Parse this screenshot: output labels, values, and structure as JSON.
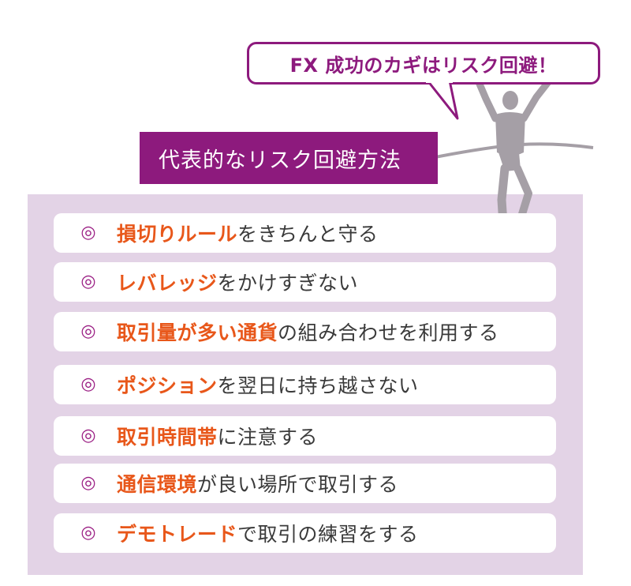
{
  "bubble": {
    "text": "FX 成功のカギはリスク回避！"
  },
  "header": {
    "title": "代表的なリスク回避方法"
  },
  "colors": {
    "accent": "#8d1a7d",
    "highlight": "#e8571a",
    "panel": "#e3d3e6",
    "runner": "#a59fa6"
  },
  "list": {
    "items": [
      {
        "mark": "◎",
        "highlight": "損切りルール",
        "rest": "をきちんと守る"
      },
      {
        "mark": "◎",
        "highlight": "レバレッジ",
        "rest": "をかけすぎない"
      },
      {
        "mark": "◎",
        "highlight": "取引量が多い通貨",
        "rest": "の組み合わせを利用する"
      },
      {
        "mark": "◎",
        "highlight": "ポジション",
        "rest": "を翌日に持ち越さない"
      },
      {
        "mark": "◎",
        "highlight": "取引時間帯",
        "rest": "に注意する"
      },
      {
        "mark": "◎",
        "highlight": "通信環境",
        "rest": "が良い場所で取引する"
      },
      {
        "mark": "◎",
        "highlight": "デモトレード",
        "rest": "で取引の練習をする"
      }
    ]
  }
}
